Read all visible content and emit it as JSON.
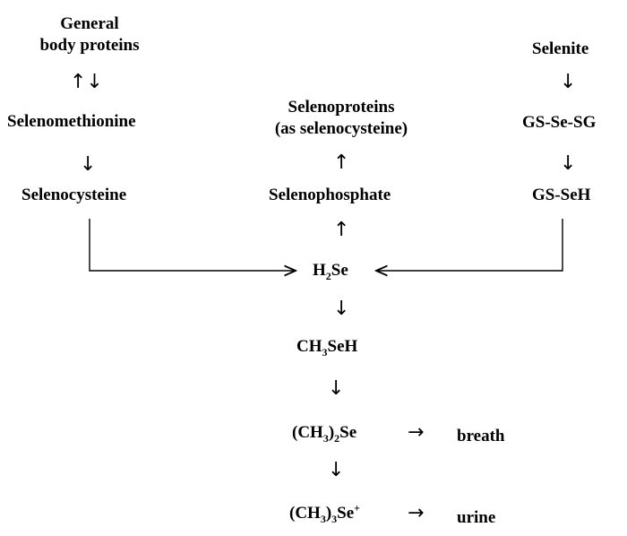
{
  "nodes": {
    "general_body_proteins": [
      "General",
      "body proteins"
    ],
    "selenomethionine": "Selenomethionine",
    "selenocysteine": "Selenocysteine",
    "selenoproteins": [
      "Selenoproteins",
      "(as selenocysteine)"
    ],
    "selenophosphate": "Selenophosphate",
    "selenite": "Selenite",
    "gs_se_sg": "GS-Se-SG",
    "gs_seh": "GS-SeH",
    "h2se": {
      "pre": "H",
      "sub": "2",
      "post": "Se"
    },
    "ch3seh": {
      "pre": "CH",
      "sub": "3",
      "post": "SeH"
    },
    "ch3_2se": {
      "pre": "(CH",
      "sub": "3",
      "mid": ")",
      "sub2": "2",
      "post": "Se"
    },
    "ch3_3se": {
      "pre": "(CH",
      "sub": "3",
      "mid": ")",
      "sub2": "3",
      "post": "Se",
      "sup": "+"
    },
    "breath": "breath",
    "urine": "urine"
  },
  "arrows": {
    "bidirectional": "↑↓",
    "down": "↓",
    "up": "↑",
    "right": "→"
  },
  "colors": {
    "ink": "#000000",
    "background": "#ffffff"
  }
}
